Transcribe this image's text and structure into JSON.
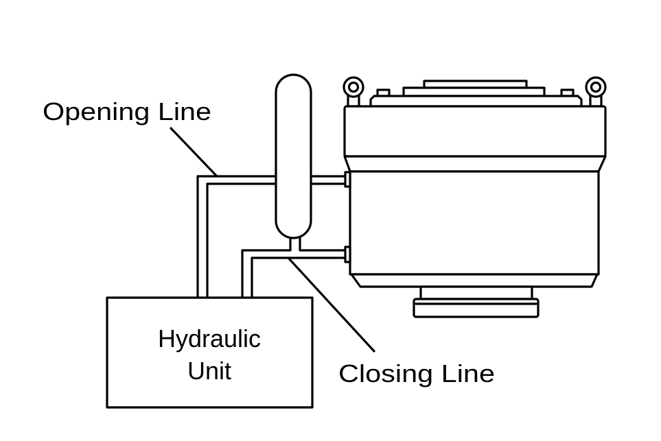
{
  "labels": {
    "opening_line": "Opening Line",
    "closing_line": "Closing Line",
    "hydraulic_unit_line1": "Hydraulic",
    "hydraulic_unit_line2": "Unit"
  },
  "colors": {
    "stroke": "#000000",
    "background": "#ffffff"
  }
}
